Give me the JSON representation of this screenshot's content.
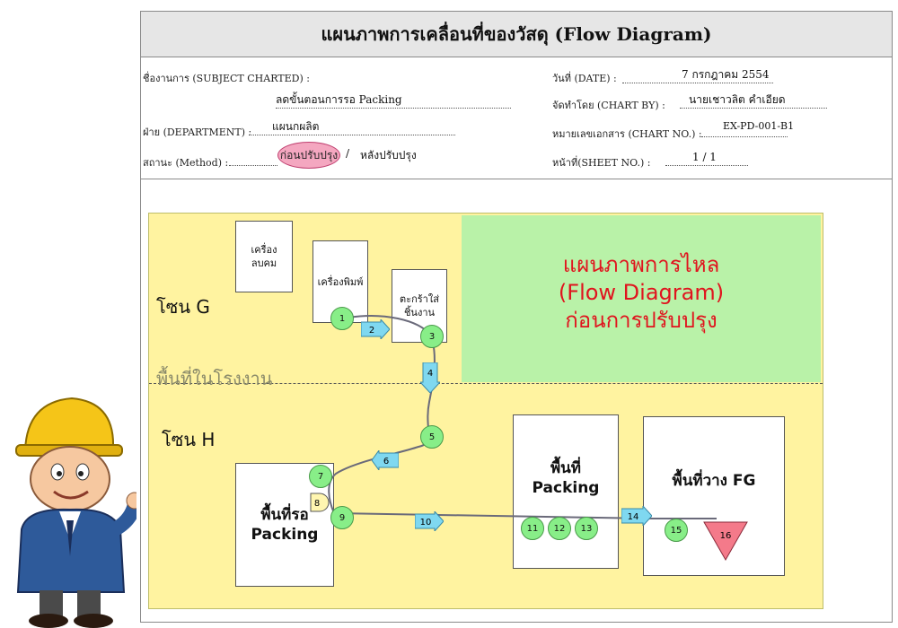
{
  "title": "แผนภาพการเคลื่อนที่ของวัสดุ (Flow Diagram)",
  "form": {
    "subject_label": "ชื่องานการ (SUBJECT CHARTED) :",
    "subject_value": "ลดขั้นตอนการรอ Packing",
    "dept_label": "ฝ่าย (DEPARTMENT) :",
    "dept_value": "แผนกผลิต",
    "method_label": "สถานะ (Method) :",
    "method_before": "ก่อนปรับปรุง",
    "method_sep": "/",
    "method_after": "หลังปรับปรุง",
    "date_label": "วันที่ (DATE) :",
    "date_value": "7 กรกฎาคม 2554",
    "chartby_label": "จัดทำโดย (CHART BY) :",
    "chartby_value": "นายเชาวลิต คำเอียด",
    "chartno_label": "หมายเลขเอกสาร (CHART NO.) :",
    "chartno_value": "EX-PD-001-B1",
    "sheet_label": "หน้าที่(SHEET NO.) :",
    "sheet_value": "1 / 1"
  },
  "diagram": {
    "headline": [
      "แผนภาพการไหล",
      "(Flow Diagram)",
      "ก่อนการปรับปรุง"
    ],
    "zone_g": "โซน G",
    "zone_h": "โซน H",
    "plant_area": "พื้นที่ในโรงงาน",
    "boxes": {
      "blower": "เครื่องลบคม",
      "printer": "เครื่องพิมพ์",
      "basket": "ตะกร้าใส่ชิ้นงาน",
      "waiting": "พื้นที่รอ Packing",
      "packing": "พื้นที่ Packing",
      "fg": "พื้นที่วาง FG"
    },
    "nodes": [
      "1",
      "2",
      "3",
      "4",
      "5",
      "6",
      "7",
      "8",
      "9",
      "10",
      "11",
      "12",
      "13",
      "14",
      "15",
      "16"
    ]
  },
  "colors": {
    "zone_yellow": "#fff3a0",
    "highlight_green": "#b9f2a8",
    "headline_red": "#e0141e",
    "node_green": "#88ee88",
    "arrow_blue": "#7fd8f0",
    "storage_pink": "#f47a8a",
    "circle_pink": "#f4a7c0"
  },
  "icons": {
    "character": "engineer-with-helmet-illustration",
    "operation": "circle-operation-symbol",
    "transport": "arrow-transport-symbol",
    "delay": "d-delay-symbol",
    "storage": "triangle-storage-symbol"
  }
}
